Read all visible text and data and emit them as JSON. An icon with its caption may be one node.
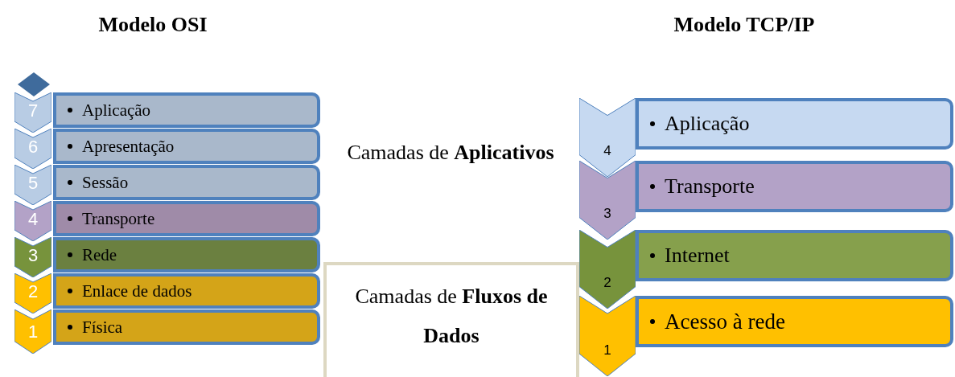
{
  "diagram": {
    "nodes": [
      {
        "text": [],
        "shape": "diamond"
      },
      {
        "text": [
          "7"
        ]
      },
      {
        "text": [
          "Aplicação"
        ]
      },
      {
        "text": [
          "6"
        ]
      },
      {
        "text": [
          "Apresentação"
        ]
      },
      {
        "text": [
          "5"
        ]
      },
      {
        "text": [
          "Sessão"
        ]
      },
      {
        "text": [
          "4"
        ]
      },
      {
        "text": [
          "Transporte"
        ]
      },
      {
        "text": [
          "3"
        ]
      },
      {
        "text": [
          "Rede"
        ]
      },
      {
        "text": [
          "2"
        ]
      },
      {
        "text": [
          "Enlace de dados"
        ]
      },
      {
        "text": [
          "1"
        ]
      },
      {
        "text": [
          "Física"
        ]
      },
      {
        "text": [
          "Camadas de **Fluxos de Dados**"
        ]
      },
      {
        "text": [
          "4"
        ]
      },
      {
        "text": [
          "Aplicação"
        ]
      },
      {
        "text": [
          "3"
        ]
      },
      {
        "text": [
          "Transporte"
        ]
      },
      {
        "text": [
          "2"
        ]
      },
      {
        "text": [
          "Internet"
        ]
      },
      {
        "text": [
          "1"
        ]
      },
      {
        "text": [
          "Acesso à rede"
        ]
      }
    ],
    "edges": [],
    "labels": [
      "Modelo OSI",
      "Modelo TCP/IP",
      "Camadas de **Aplicativos**"
    ]
  }
}
